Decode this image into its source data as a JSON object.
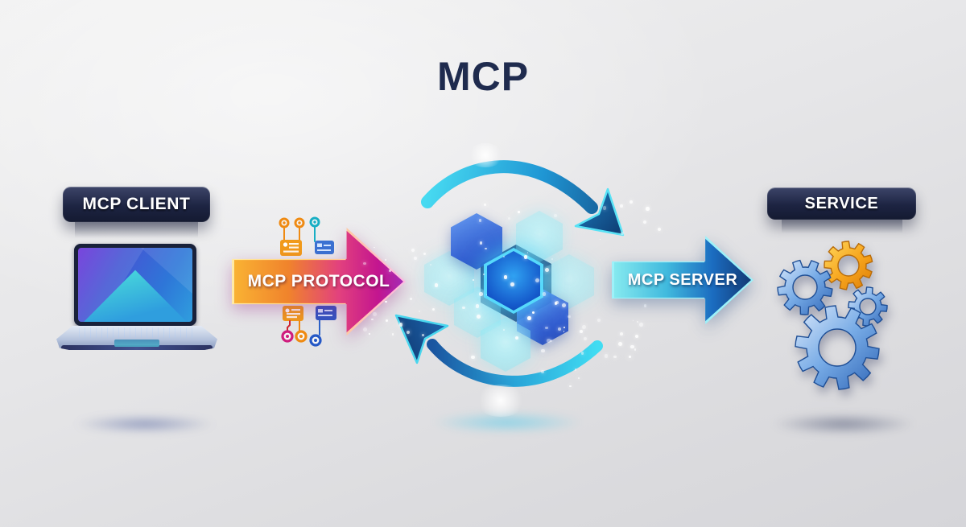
{
  "title": "MCP",
  "nodes": {
    "client": {
      "label": "MCP CLIENT"
    },
    "service": {
      "label": "SERVICE"
    }
  },
  "arrows": {
    "protocol": {
      "label": "MCP PROTOCOL"
    },
    "server": {
      "label": "MCP SERVER"
    }
  },
  "icons": {
    "client_device": "laptop-icon",
    "protocol_decor": "circuit-nodes-icon",
    "core": "hexagon-network-icon",
    "cycle": "sync-arrows-icon",
    "service_gears": "gears-icon"
  },
  "colors": {
    "title_navy": "#1f2b4e",
    "badge_navy": "#1d2442",
    "protocol_orange": "#f9b233",
    "protocol_magenta": "#a32bb4",
    "server_cyan": "#85e9ef",
    "server_navy": "#123a74",
    "cycle_cyan": "#45d9f0",
    "cycle_navy": "#12406f",
    "hex_blue": "#2b58d0",
    "hex_cyan": "#8feaf2",
    "gear_blue": "#5a95d8",
    "gear_orange": "#f5a623",
    "background_gray": "#e3e3e5"
  }
}
